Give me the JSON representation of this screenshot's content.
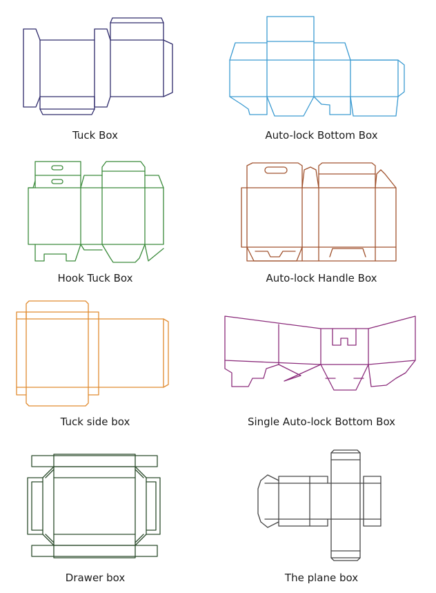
{
  "diagrams": [
    {
      "id": "tuck-box",
      "label": "Tuck Box",
      "color": "#2e2a6b"
    },
    {
      "id": "auto-lock-bottom-box",
      "label": "Auto-lock Bottom Box",
      "color": "#3a9ad1"
    },
    {
      "id": "hook-tuck-box",
      "label": "Hook Tuck Box",
      "color": "#3a8a3a"
    },
    {
      "id": "auto-lock-handle-box",
      "label": "Auto-lock Handle Box",
      "color": "#a0522d"
    },
    {
      "id": "tuck-side-box",
      "label": "Tuck side box",
      "color": "#e08a2e"
    },
    {
      "id": "single-auto-lock-bottom-box",
      "label": "Single Auto-lock Bottom Box",
      "color": "#8a2a7a"
    },
    {
      "id": "drawer-box",
      "label": "Drawer box",
      "color": "#2a4a2a"
    },
    {
      "id": "plane-box",
      "label": "The plane box",
      "color": "#444444"
    }
  ]
}
